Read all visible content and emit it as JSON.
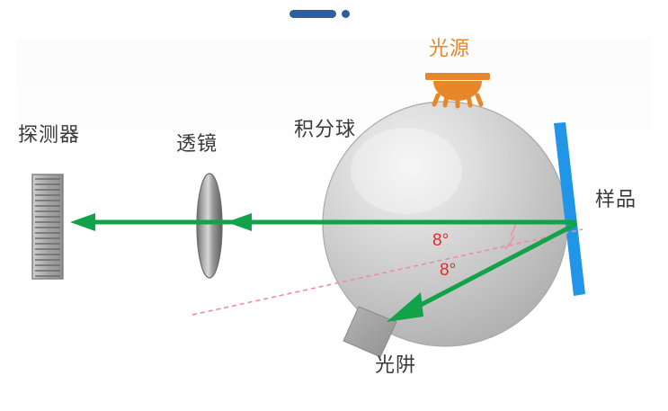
{
  "diagram": {
    "title_marker": {
      "bar": "progress-bar-marker",
      "dot": "marker-dot"
    },
    "labels": {
      "detector": "探测器",
      "lens": "透镜",
      "integrating_sphere": "积分球",
      "light_source": "光源",
      "sample": "样品",
      "light_trap": "光阱"
    },
    "angles": [
      {
        "value": "8°",
        "position": "upper"
      },
      {
        "value": "8°",
        "position": "lower"
      }
    ],
    "colors": {
      "marker_blue": "#2f5e9e",
      "sample_blue": "#2196e8",
      "ray_green": "#12a34a",
      "source_orange": "#e8862a",
      "angle_red": "#e8262b",
      "normal_pink": "#f08ca0",
      "sphere_gray": "#c4c4c4",
      "trap_gray": "#9e9e9e",
      "text_gray": "#3a3a3a",
      "background": "#ffffff"
    },
    "elements": {
      "detector_icon": "striped-detector",
      "lens_icon": "convex-lens-ellipse",
      "sphere_icon": "integrating-sphere",
      "source_icon": "lamp-with-rays",
      "sample_icon": "tilted-sample-plate",
      "trap_icon": "light-trap-box",
      "incident_ray": "green-horizontal-ray",
      "reflected_ray": "green-diagonal-ray",
      "normal_line": "pink-dashed-normal"
    }
  }
}
